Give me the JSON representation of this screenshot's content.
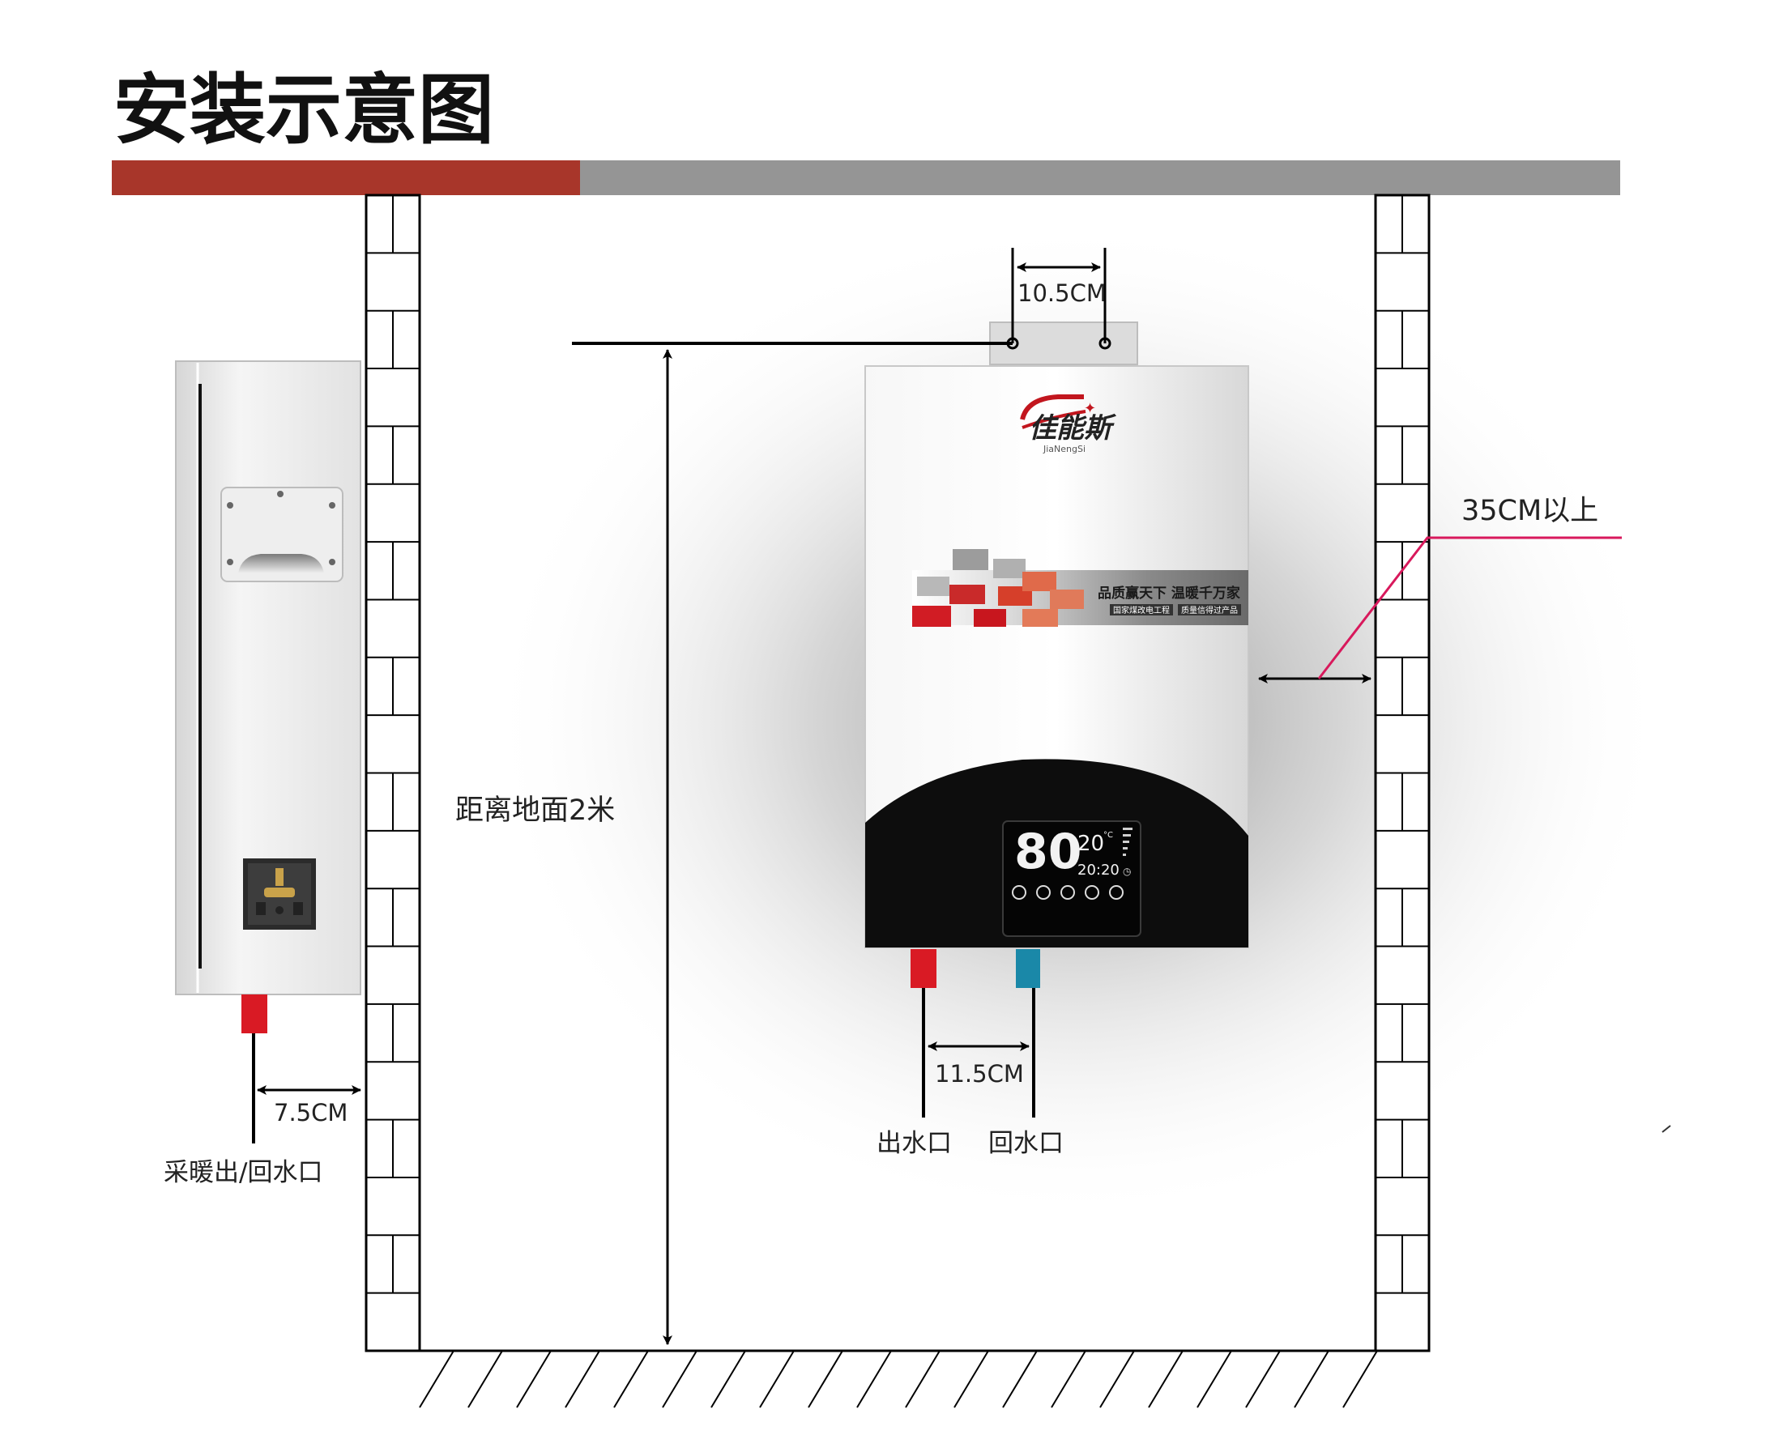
{
  "title": "安装示意图",
  "colors": {
    "title_bar_red": "#a8362a",
    "title_bar_gray": "#959595",
    "outlet_red": "#d91a24",
    "outlet_blue": "#1a88a8",
    "clearance_line": "#d8195c",
    "heater_black": "#0d0d0d"
  },
  "brand": {
    "logo_text": "佳能斯",
    "logo_pinyin": "JiaNengSi",
    "slogan_main": "品质赢天下   温暖千万家",
    "slogan_tag_1": "国家煤改电工程",
    "slogan_tag_2": "质量信得过产品"
  },
  "display": {
    "main_digits": "80",
    "secondary_temp": "20",
    "clock": "20:20",
    "temp_unit": "°C"
  },
  "labels": {
    "bracket_spacing": "10.5CM",
    "height_from_floor": "距离地面2米",
    "side_clearance": "35CM以上",
    "pipe_spacing": "11.5CM",
    "outlet_out": "出水口",
    "outlet_return": "回水口",
    "side_pipe_offset": "7.5CM",
    "side_outlet": "采暖出/回水口"
  },
  "icons": {
    "socket": "power-socket-icon",
    "mount_plate": "mounting-bracket-icon"
  }
}
